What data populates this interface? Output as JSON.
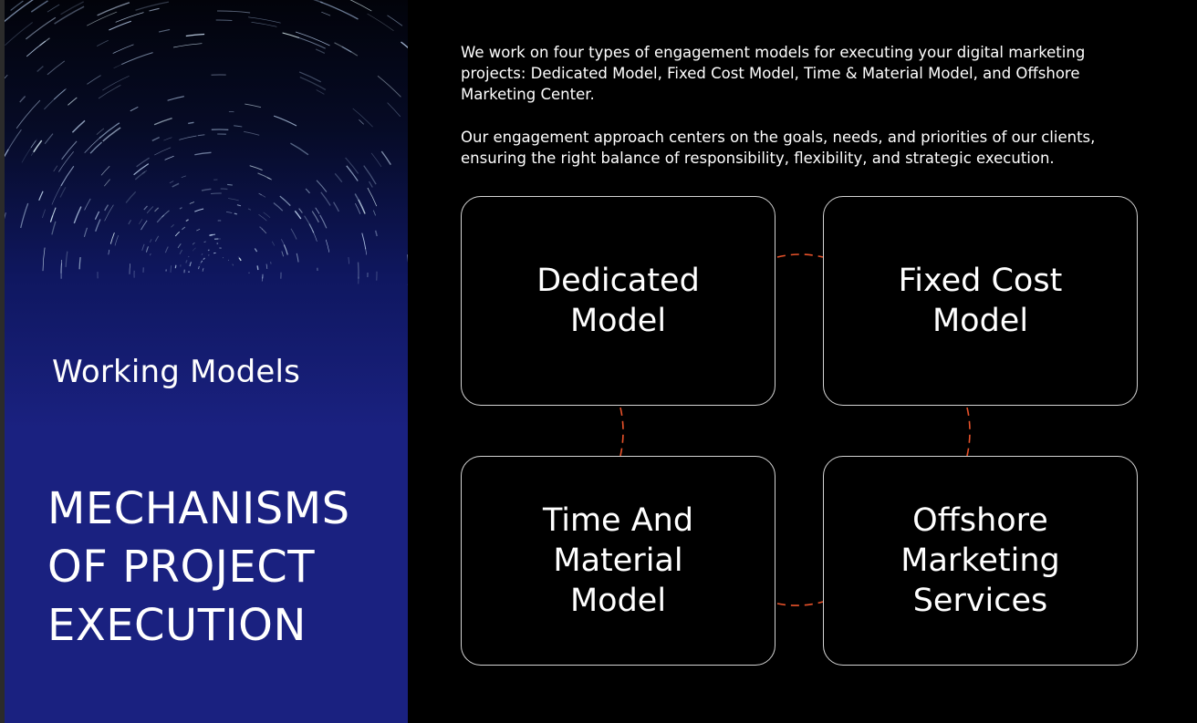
{
  "sidebar": {
    "subtitle": "Working Models",
    "title_lines": [
      "MECHANISMS",
      "OF PROJECT",
      "EXECUTION"
    ]
  },
  "intro": {
    "paragraph_1": "We work on four types of engagement models for executing your digital marketing projects: Dedicated Model, Fixed Cost Model, Time & Material Model, and Offshore Marketing Center.",
    "paragraph_2": "Our engagement approach centers on the goals, needs, and priorities of our clients, ensuring the right balance of responsibility, flexibility, and strategic execution."
  },
  "models": [
    {
      "lines": [
        "Dedicated",
        "Model"
      ]
    },
    {
      "lines": [
        "Fixed Cost",
        "Model"
      ]
    },
    {
      "lines": [
        "Time And",
        "Material",
        "Model"
      ]
    },
    {
      "lines": [
        "Offshore",
        "Marketing",
        "Services"
      ]
    }
  ],
  "colors": {
    "page_background": "#000000",
    "panel_blue": "#1a2180",
    "connector_accent": "#e8522a",
    "card_border": "#d4d4d4",
    "text": "#ffffff"
  },
  "icons": {
    "background_image": "star-trails-image"
  }
}
